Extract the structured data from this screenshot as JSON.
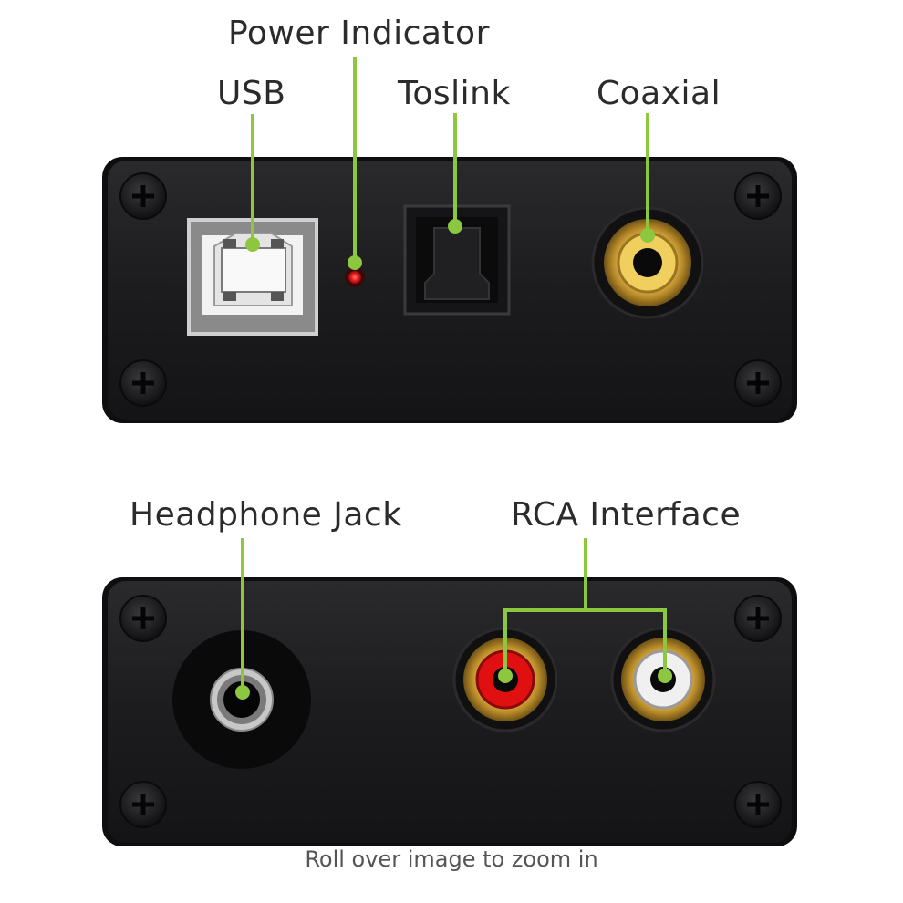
{
  "labels": {
    "power_indicator": "Power Indicator",
    "usb": "USB",
    "toslink": "Toslink",
    "coaxial": "Coaxial",
    "headphone_jack": "Headphone Jack",
    "rca_interface": "RCA Interface"
  },
  "caption": "Roll over image to zoom in",
  "colors": {
    "leader_line": "#8dc63f",
    "panel": "#1d1d1f",
    "led": "#ff2020",
    "gold": "#c9a247",
    "rca_red": "#e01010",
    "rca_white": "#f0f0f0"
  }
}
